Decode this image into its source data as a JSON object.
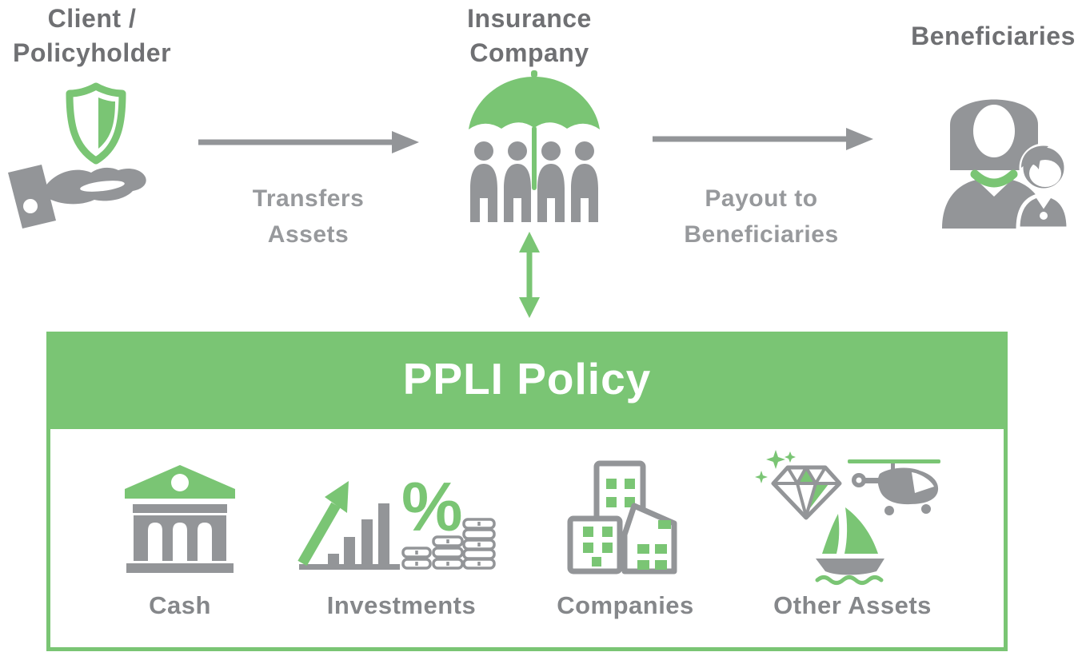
{
  "colors": {
    "green": "#7AC574",
    "icon_gray": "#939598",
    "heading_text": "#6F7073",
    "flow_label_text": "#97999C",
    "asset_label_text": "#85878A",
    "policy_title_text": "#FFFFFF"
  },
  "nodes": [
    {
      "id": "client",
      "label_line1": "Client /",
      "label_line2": "Policyholder",
      "icon": "shield-in-hand-icon"
    },
    {
      "id": "insurance_company",
      "label_line1": "Insurance",
      "label_line2": "Company",
      "icon": "umbrella-group-icon"
    },
    {
      "id": "beneficiaries",
      "label_line1": "Beneficiaries",
      "label_line2": "",
      "icon": "mother-child-icon"
    }
  ],
  "flows": [
    {
      "from": "client",
      "to": "insurance_company",
      "label_line1": "Transfers",
      "label_line2": "Assets",
      "icon": "right-arrow-icon"
    },
    {
      "from": "insurance_company",
      "to": "beneficiaries",
      "label_line1": "Payout to",
      "label_line2": "Beneficiaries",
      "icon": "right-arrow-icon"
    }
  ],
  "connector": {
    "from": "insurance_company",
    "to": "ppli_policy",
    "icon": "double-vertical-arrow-icon"
  },
  "policy_box": {
    "title": "PPLI Policy",
    "assets": [
      {
        "label": "Cash",
        "icon": "bank-icon"
      },
      {
        "label": "Investments",
        "icon": "growth-chart-percent-coins-icon",
        "icon_text": "%"
      },
      {
        "label": "Companies",
        "icon": "buildings-icon"
      },
      {
        "label": "Other Assets",
        "icon": "luxury-assets-icon"
      }
    ]
  }
}
